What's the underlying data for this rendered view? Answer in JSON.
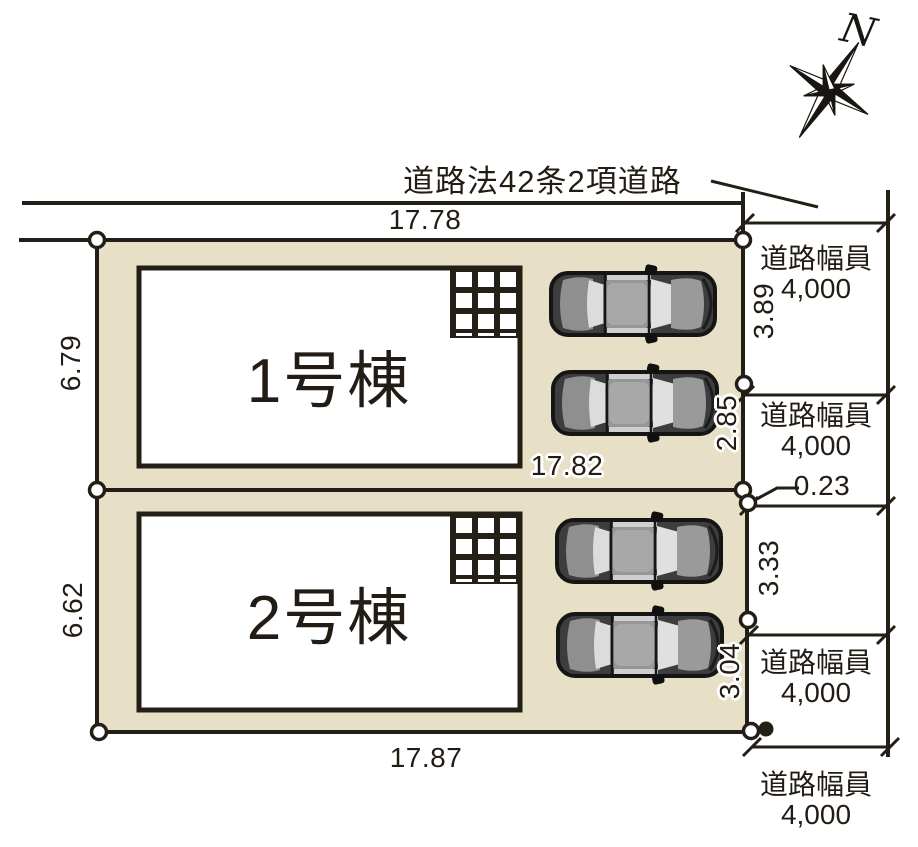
{
  "compass": {
    "label": "N"
  },
  "road": {
    "law_label": "道路法42条2項道路",
    "width_blocks": [
      {
        "label": "道路幅員",
        "value": "4,000"
      },
      {
        "label": "道路幅員",
        "value": "4,000"
      },
      {
        "label": "道路幅員",
        "value": "4,000"
      },
      {
        "label": "道路幅員",
        "value": "4,000"
      }
    ]
  },
  "site": {
    "top_frontage": "17.78",
    "boundary_offset": "0.23",
    "lots": [
      {
        "building": "1号棟",
        "bottom_width": "17.82",
        "left_depth": "6.79",
        "right_upper": "3.89",
        "right_lower": "2.85"
      },
      {
        "building": "2号棟",
        "bottom_width": "17.87",
        "left_depth": "6.62",
        "right_upper": "3.33",
        "right_lower": "3.04"
      }
    ]
  },
  "colors": {
    "lot_fill": "#e7e0c6",
    "line": "#231f16",
    "car_body": "#3d3d3d",
    "car_glass": "#e0e0e0"
  }
}
